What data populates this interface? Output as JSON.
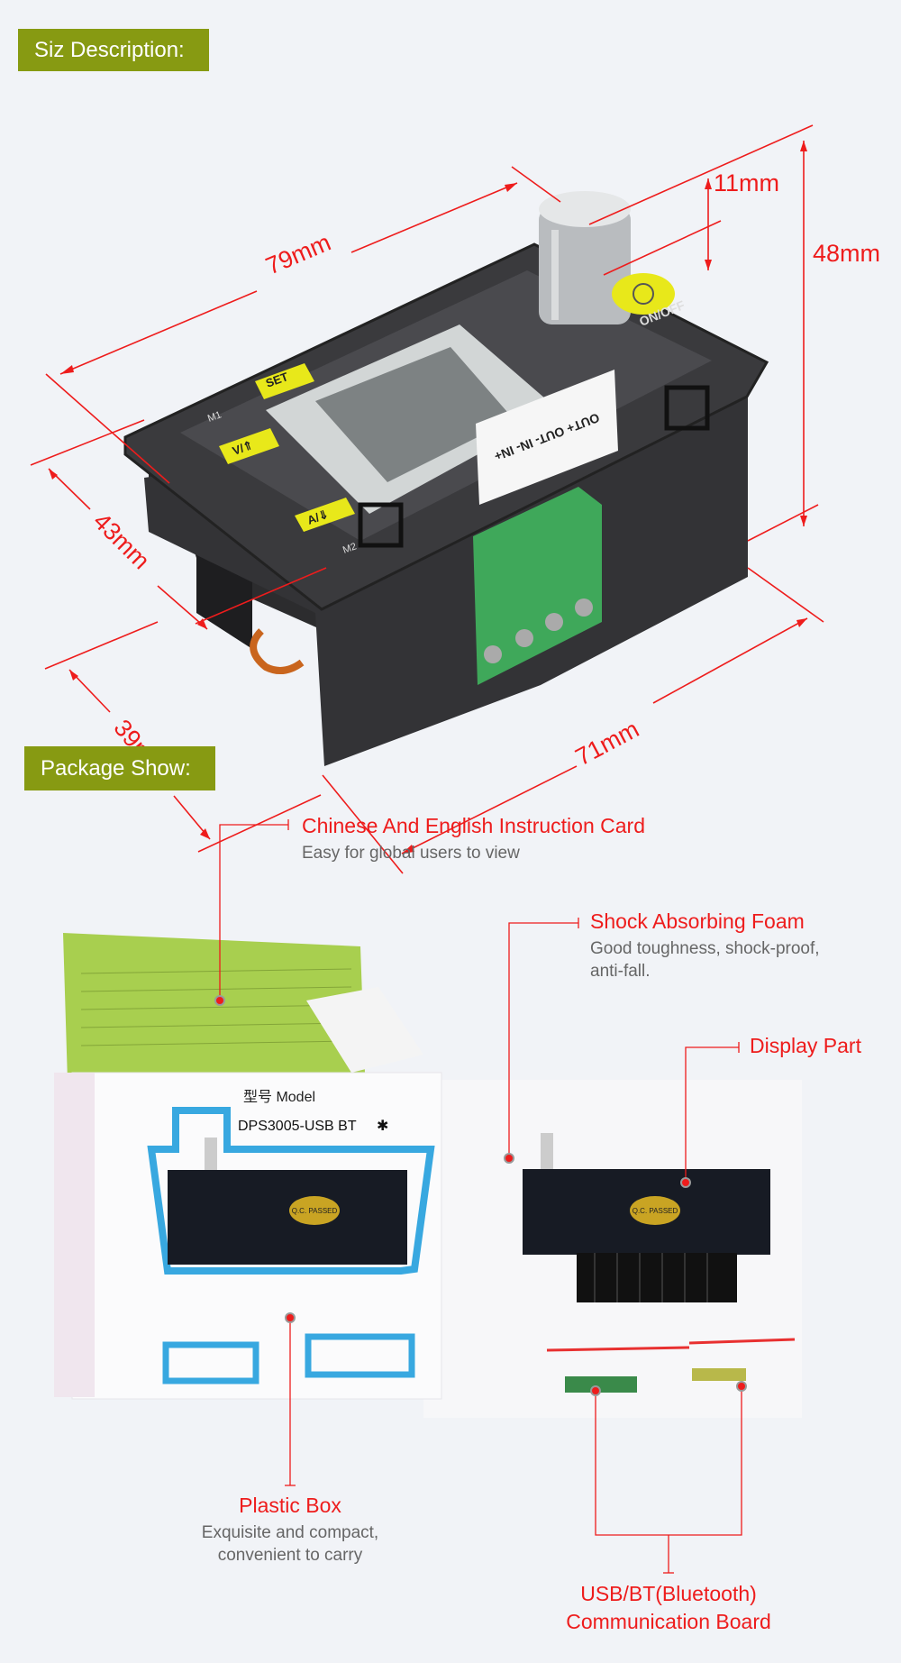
{
  "sections": {
    "size": {
      "title": "Siz Description:"
    },
    "package": {
      "title": "Package Show:"
    }
  },
  "dimensions": {
    "length_top": "79mm",
    "knob_height": "11mm",
    "total_height": "48mm",
    "front_depth": "43mm",
    "body_depth": "39mm",
    "length_bottom": "71mm"
  },
  "device": {
    "buttons": [
      "V/⇑",
      "SET",
      "A/⇓"
    ],
    "memory_labels": [
      "M1",
      "M2"
    ],
    "power_label": "ON/OFF",
    "terminal_label": "OUT+ OUT- IN- IN+"
  },
  "package": {
    "box_model_label": "型号 Model",
    "box_model_value": "DPS3005-USB BT",
    "qc_badge": "Q.C. PASSED",
    "callouts": {
      "instruction_card": {
        "title": "Chinese And English Instruction Card",
        "desc": "Easy for global users to view"
      },
      "foam": {
        "title": "Shock Absorbing Foam",
        "desc1": "Good toughness, shock-proof,",
        "desc2": "anti-fall."
      },
      "display": {
        "title": "Display Part"
      },
      "plastic_box": {
        "title": "Plastic Box",
        "desc1": "Exquisite and compact,",
        "desc2": "convenient to carry"
      },
      "comm_board": {
        "title1": "USB/BT(Bluetooth)",
        "title2": "Communication Board"
      }
    }
  },
  "colors": {
    "accent": "#879a12",
    "callout_red": "#ee1c1c",
    "button_yellow": "#e8e81a",
    "terminal_green": "#3fa85a"
  }
}
